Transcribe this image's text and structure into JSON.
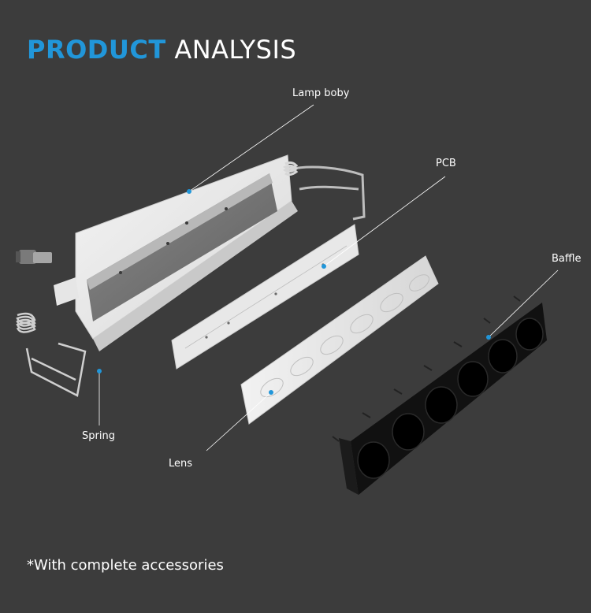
{
  "header": {
    "title_strong": "PRODUCT",
    "title_light": "ANALYSIS"
  },
  "callouts": {
    "lamp_body": "Lamp boby",
    "pcb": "PCB",
    "baffle": "Baffle",
    "spring": "Spring",
    "lens": "Lens"
  },
  "footer": {
    "note": "*With complete accessories"
  },
  "colors": {
    "background": "#3c3c3c",
    "accent": "#2196d9",
    "text": "#ffffff"
  }
}
